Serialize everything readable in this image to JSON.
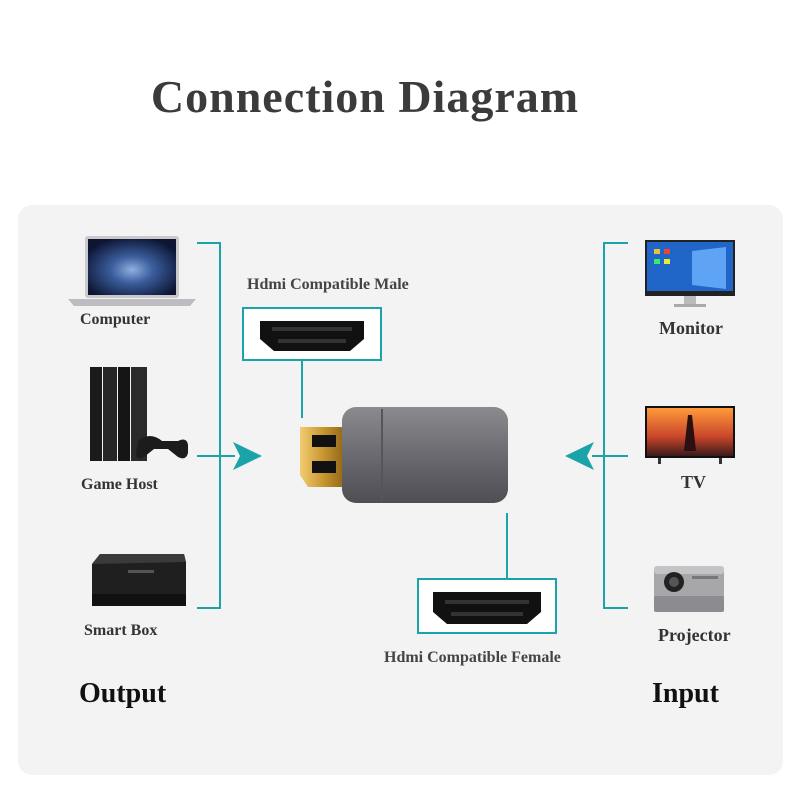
{
  "title": "Connection  Diagram",
  "output": {
    "heading": "Output",
    "devices": [
      {
        "label": "Computer",
        "icon": "laptop-icon"
      },
      {
        "label": "Game Host",
        "icon": "game-console-icon"
      },
      {
        "label": "Smart Box",
        "icon": "tv-box-icon"
      }
    ]
  },
  "input": {
    "heading": "Input",
    "devices": [
      {
        "label": "Monitor",
        "icon": "monitor-icon"
      },
      {
        "label": "TV",
        "icon": "tv-icon"
      },
      {
        "label": "Projector",
        "icon": "projector-icon"
      }
    ]
  },
  "ports": {
    "male_label": "Hdmi Compatible Male",
    "female_label": "Hdmi Compatible Female"
  },
  "colors": {
    "line": "#1aa3a8",
    "panel": "#f3f3f3",
    "adapter": "#6e6e72",
    "plug": "#d4a640"
  }
}
